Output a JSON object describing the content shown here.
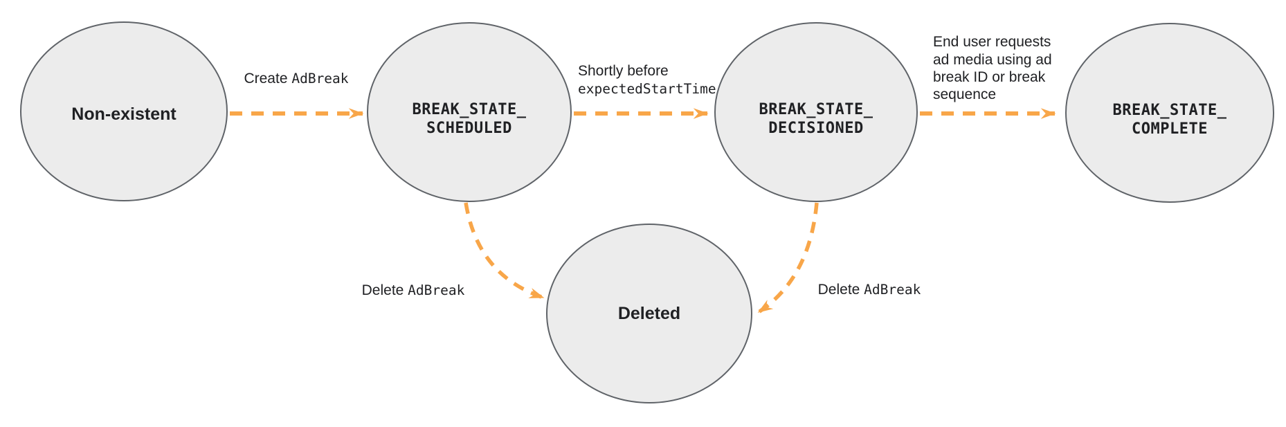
{
  "diagram": {
    "colors": {
      "arrow": "#F8A649",
      "node_fill": "#ECECEC",
      "node_stroke": "#5F6368",
      "text": "#202124"
    },
    "nodes": [
      {
        "id": "non-existent",
        "label": "Non-existent"
      },
      {
        "id": "break-state-scheduled",
        "label_line1": "BREAK_STATE_",
        "label_line2": "SCHEDULED"
      },
      {
        "id": "break-state-decisioned",
        "label_line1": "BREAK_STATE_",
        "label_line2": "DECISIONED"
      },
      {
        "id": "break-state-complete",
        "label_line1": "BREAK_STATE_",
        "label_line2": "COMPLETE"
      },
      {
        "id": "deleted",
        "label": "Deleted"
      }
    ],
    "edges": [
      {
        "from": "non-existent",
        "to": "break-state-scheduled",
        "label_text": "Create ",
        "label_code": "AdBreak"
      },
      {
        "from": "break-state-scheduled",
        "to": "break-state-decisioned",
        "label_line1": "Shortly before",
        "label_line2_code": "expectedStartTime"
      },
      {
        "from": "break-state-decisioned",
        "to": "break-state-complete",
        "label_lines": [
          "End user requests",
          "ad media using ad",
          "break ID or break",
          "sequence"
        ]
      },
      {
        "from": "break-state-scheduled",
        "to": "deleted",
        "label_text": "Delete ",
        "label_code": "AdBreak"
      },
      {
        "from": "break-state-decisioned",
        "to": "deleted",
        "label_text": "Delete ",
        "label_code": "AdBreak"
      }
    ]
  }
}
